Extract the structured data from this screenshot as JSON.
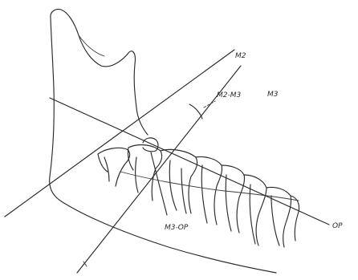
{
  "labels": {
    "m2": "M2",
    "m2_m3": "M2-M3",
    "m3": "M3",
    "m3_op": "M3-OP",
    "op": "OP"
  }
}
